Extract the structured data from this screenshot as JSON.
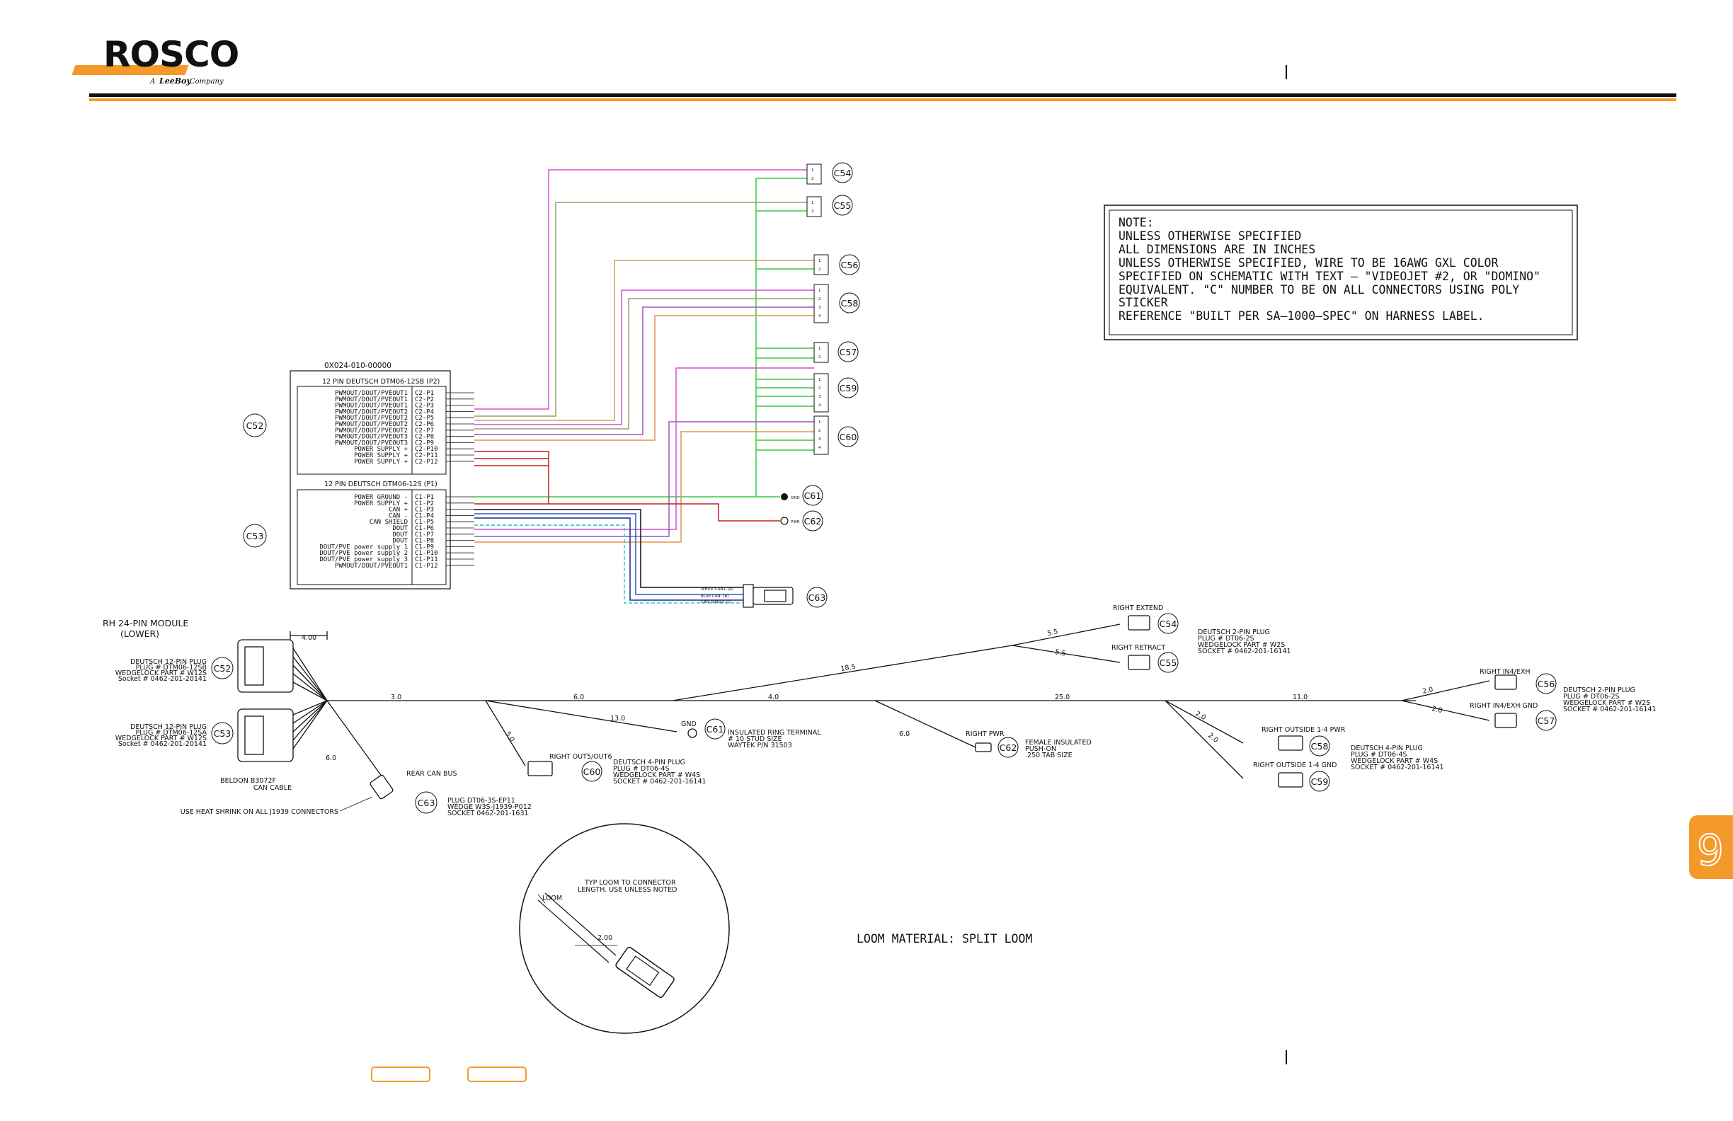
{
  "brand": {
    "logo_text": "ROSCO",
    "tagline_prefix": "A",
    "tagline_brand": "LeeBoy",
    "tagline_suffix": "Company",
    "orange": "#F39A2B",
    "black": "#111111"
  },
  "tab": {
    "number": "9"
  },
  "note": {
    "lines": [
      "NOTE:",
      "UNLESS OTHERWISE SPECIFIED",
      "ALL DIMENSIONS ARE IN INCHES",
      "UNLESS OTHERWISE SPECIFIED, WIRE TO BE 16AWG GXL COLOR",
      "SPECIFIED ON SCHEMATIC WITH TEXT – \"VIDEOJET #2, OR \"DOMINO\"",
      "EQUIVALENT. \"C\" NUMBER TO BE ON ALL CONNECTORS USING POLY",
      "STICKER",
      "REFERENCE \"BUILT PER SA–1000–SPEC\" ON HARNESS LABEL."
    ]
  },
  "module": {
    "part_number": "0X024-010-00000",
    "p2_title": "12 PIN DEUTSCH DTM06-12SB (P2)",
    "p1_title": "12 PIN DEUTSCH DTM06-12S (P1)",
    "p2_pins": [
      {
        "name": "PWMOUT/DOUT/PVEOUT1",
        "pin": "C2-P1"
      },
      {
        "name": "PWMOUT/DOUT/PVEOUT1",
        "pin": "C2-P2"
      },
      {
        "name": "PWMOUT/DOUT/PVEOUT1",
        "pin": "C2-P3"
      },
      {
        "name": "PWMOUT/DOUT/PVEOUT2",
        "pin": "C2-P4"
      },
      {
        "name": "PWMOUT/DOUT/PVEOUT2",
        "pin": "C2-P5"
      },
      {
        "name": "PWMOUT/DOUT/PVEOUT2",
        "pin": "C2-P6"
      },
      {
        "name": "PWMOUT/DOUT/PVEOUT2",
        "pin": "C2-P7"
      },
      {
        "name": "PWMOUT/DOUT/PVEOUT3",
        "pin": "C2-P8"
      },
      {
        "name": "PWMOUT/DOUT/PVEOUT3",
        "pin": "C2-P9"
      },
      {
        "name": "POWER SUPPLY +",
        "pin": "C2-P10"
      },
      {
        "name": "POWER SUPPLY +",
        "pin": "C2-P11"
      },
      {
        "name": "POWER SUPPLY +",
        "pin": "C2-P12"
      }
    ],
    "p1_pins": [
      {
        "name": "POWER GROUND -",
        "pin": "C1-P1"
      },
      {
        "name": "POWER SUPPLY +",
        "pin": "C1-P2"
      },
      {
        "name": "CAN +",
        "pin": "C1-P3"
      },
      {
        "name": "CAN -",
        "pin": "C1-P4"
      },
      {
        "name": "CAN SHIELD",
        "pin": "C1-P5"
      },
      {
        "name": "DOUT",
        "pin": "C1-P6"
      },
      {
        "name": "DOUT",
        "pin": "C1-P7"
      },
      {
        "name": "DOUT",
        "pin": "C1-P8"
      },
      {
        "name": "DOUT/PVE power supply 1",
        "pin": "C1-P9"
      },
      {
        "name": "DOUT/PVE power supply 2",
        "pin": "C1-P10"
      },
      {
        "name": "DOUT/PVE power supply 3",
        "pin": "C1-P11"
      },
      {
        "name": "PWMOUT/DOUT/PVEOUT1",
        "pin": "C1-P12"
      }
    ],
    "c52": "C52",
    "c53": "C53"
  },
  "schematic_connectors": [
    "C54",
    "C55",
    "C56",
    "C58",
    "C57",
    "C59",
    "C60",
    "C61",
    "C62",
    "C63"
  ],
  "can_labels": [
    "WHITE CAN+ (A)",
    "BLUE CAN- (B)",
    "CAN SHIELD (C)"
  ],
  "wire_colors": {
    "magenta": "#D64FD0",
    "green": "#3CC83C",
    "tan": "#C9A55A",
    "olive": "#9E9E6A",
    "purple": "#9A57C8",
    "orange": "#E0954A",
    "red": "#C02020",
    "blue": "#2A55D8",
    "navy": "#1E2A7A",
    "cyan": "#30C8D8"
  },
  "harness": {
    "module_title": "RH 24-PIN MODULE",
    "module_sub": "(LOWER)",
    "dim_400": "4.00",
    "c52_desc": [
      "DEUTSCH 12-PIN PLUG",
      "PLUG # DTM06-12SB",
      "WEDGELOCK PART # W12S",
      "Socket # 0462-201-20141"
    ],
    "c53_desc": [
      "DEUTSCH 12-PIN PLUG",
      "PLUG # DTM06-12SA",
      "WEDGELOCK PART # W12S",
      "Socket # 0462-201-20141"
    ],
    "belden": [
      "BELDON B3072F",
      "CAN CABLE"
    ],
    "heat_shrink": "USE HEAT SHRINK ON ALL J1939 CONNECTORS",
    "rear_can": "REAR CAN BUS",
    "c63_desc": [
      "PLUG DT06-3S-EP11",
      "WEDGE W3S-J1939-P012",
      "SOCKET 0462-201-1631"
    ],
    "seg": {
      "s30": "3.0",
      "s50": "5.0",
      "s60a": "6.0",
      "s60b": "6.0",
      "s130": "13.0",
      "s40": "4.0",
      "s60c": "6.0",
      "s185": "18.5",
      "s55a": "5.5",
      "s55b": "5.5",
      "s250": "25.0",
      "s20a": "2.0",
      "s20b": "2.0",
      "s110": "11.0",
      "s20c": "2.0",
      "s20d": "2.0"
    },
    "gnd": "GND",
    "c61_desc": [
      "INSULATED RING TERMINAL",
      "# 10 STUD SIZE",
      "WAYTEK P/N 31503"
    ],
    "right_outs": "RIGHT OUT5/OUT6",
    "c60_desc": [
      "DEUTSCH 4-PIN PLUG",
      "PLUG # DT06-4S",
      "WEDGELOCK PART # W4S",
      "SOCKET # 0462-201-16141"
    ],
    "right_pwr": "RIGHT PWR",
    "c62_desc": [
      "FEMALE INSULATED",
      "PUSH-ON",
      ".250 TAB SIZE"
    ],
    "right_extend": "RIGHT EXTEND",
    "right_retract": "RIGHT RETRACT",
    "c54_desc": [
      "DEUTSCH 2-PIN PLUG",
      "PLUG # DT06-2S",
      "WEDGELOCK PART # W2S",
      "SOCKET # 0462-201-16141"
    ],
    "right_outside_pwr": "RIGHT OUTSIDE 1-4 PWR",
    "right_outside_gnd": "RIGHT OUTSIDE 1-4 GND",
    "c58_desc": [
      "DEUTSCH 4-PIN PLUG",
      "PLUG # DT06-4S",
      "WEDGELOCK PART # W4S",
      "SOCKET # 0462-201-16141"
    ],
    "right_in4_exh": "RIGHT IN4/EXH",
    "right_in4_gnd": "RIGHT IN4/EXH GND",
    "c56_desc": [
      "DEUTSCH 2-PIN PLUG",
      "PLUG # DT06-2S",
      "WEDGELOCK PART # W2S",
      "SOCKET # 0462-201-16141"
    ]
  },
  "detail": {
    "typ": [
      "TYP LOOM TO CONNECTOR",
      "LENGTH.  USE UNLESS NOTED"
    ],
    "loom": "LOOM",
    "dim": "2.00"
  },
  "loom_material": "LOOM MATERIAL: SPLIT LOOM"
}
